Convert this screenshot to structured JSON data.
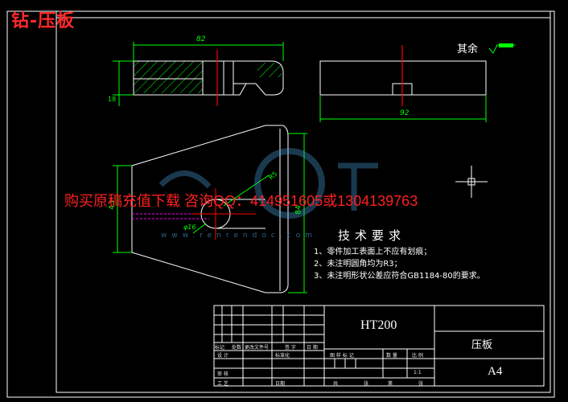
{
  "header_title": "钻-压板",
  "watermark": {
    "text": "购买原稿充值下载 咨询QQ：414951605或1304139763",
    "site": "www.renrendoc.com"
  },
  "dimensions": {
    "top_width": "82",
    "top_height": "18",
    "right_width": "92",
    "side_height": "43",
    "front_height": "84",
    "radius": "R5",
    "hole": "φ16"
  },
  "surface_finish": "其余",
  "technical_requirements": {
    "title": "技术要求",
    "items": [
      "1、零件加工表面上不应有划痕；",
      "2、未注明圆角均为R3；",
      "3、未注明形状公差应符合GB1184-80的要求。"
    ]
  },
  "title_block": {
    "material": "HT200",
    "part_name": "压板",
    "sheet_size": "A4",
    "labels": {
      "mark": "标记",
      "count": "处数",
      "change_doc": "更改文件号",
      "sign": "签 字",
      "date": "日 期",
      "design": "设 计",
      "standardize": "标准化",
      "review": "审 核",
      "process": "工 艺",
      "date2": "日期",
      "stage_mark": "图 样 标 记",
      "weight": "数 量",
      "scale": "比 例",
      "scale_value": "1:1",
      "total": "共",
      "sheet": "第",
      "zhang1": "张",
      "zhang2": "张"
    }
  },
  "colors": {
    "outline": "#ffffff",
    "dimension": "#00ff00",
    "centerline": "#ff0000",
    "hatch": "#00ff00",
    "hidden": "#ff00ff",
    "overlay_text": "#ff2020"
  }
}
